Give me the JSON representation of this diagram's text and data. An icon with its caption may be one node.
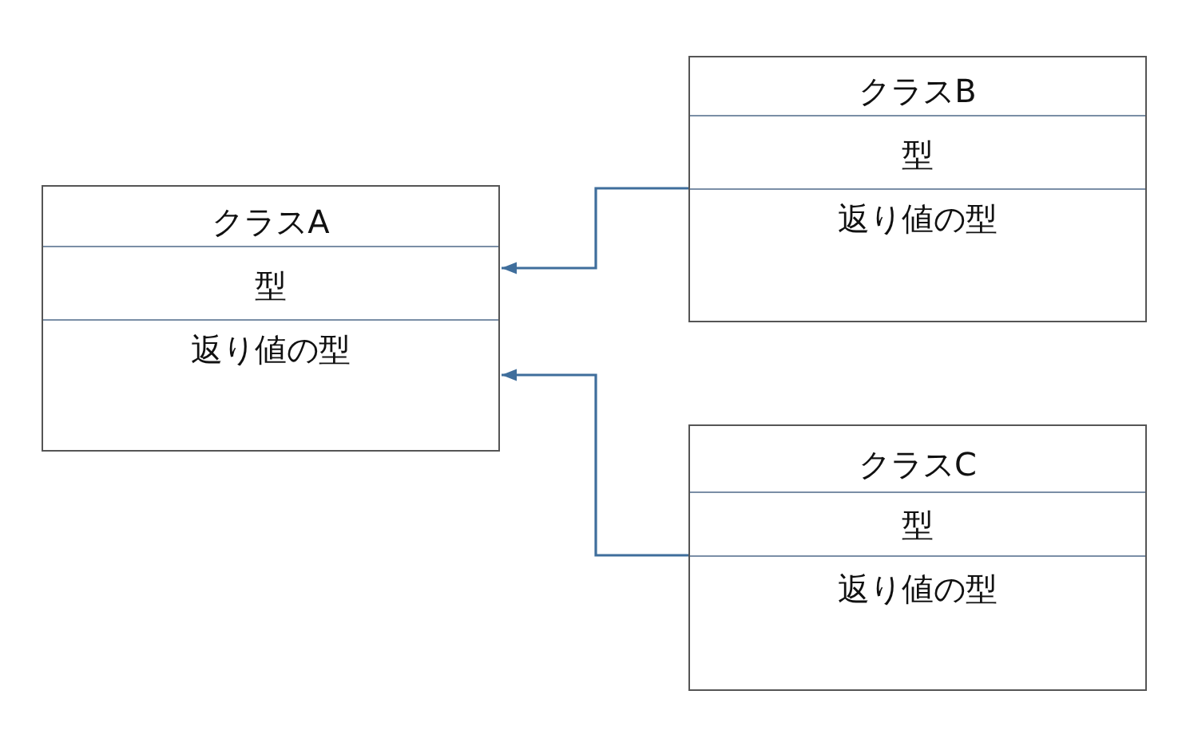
{
  "diagram": {
    "nodes": [
      {
        "text": [
          "クラスA",
          "型",
          "返り値の型"
        ]
      },
      {
        "text": [
          "クラスB",
          "型",
          "返り値の型"
        ]
      },
      {
        "text": [
          "クラスC",
          "型",
          "返り値の型"
        ]
      }
    ],
    "edges": [
      {
        "from": 1,
        "to": 0,
        "arrow": "to"
      },
      {
        "from": 2,
        "to": 0,
        "arrow": "to"
      }
    ]
  }
}
